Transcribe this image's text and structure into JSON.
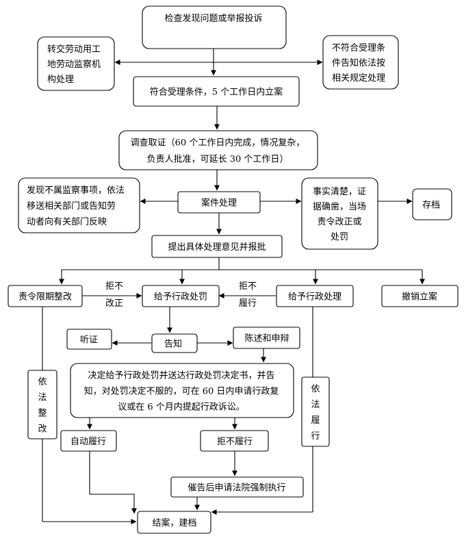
{
  "flowchart": {
    "nodes": {
      "start": [
        "检查发现问题或举报投诉"
      ],
      "transfer": [
        "转交劳动用工",
        "地劳动监察机",
        "构处理"
      ],
      "not_accept": [
        "不符合受理条",
        "件告知依法按",
        "相关规定处理"
      ],
      "accept": [
        "符合受理条件，5 个工作日内立案"
      ],
      "investigate": [
        "调查取证（60 个工作日内完成，情况复杂，",
        "负责人批准，可延长 30 个工作日）"
      ],
      "refer": [
        "发现不属监察事项，依法",
        "移送相关部门或告知劳",
        "动者向有关部门反映"
      ],
      "case": [
        "案件处理"
      ],
      "facts": [
        "事实清楚，证",
        "据确凿，当场",
        "责令改正或",
        "处罚"
      ],
      "archive": [
        "存档"
      ],
      "propose": [
        "提出具体处理意见并报批"
      ],
      "order": [
        "责令限期整改"
      ],
      "penalty": [
        "给予行政处罚"
      ],
      "handle": [
        "给予行政处理"
      ],
      "revoke": [
        "撤销立案"
      ],
      "hearing": [
        "听证"
      ],
      "notify": [
        "告知"
      ],
      "defense": [
        "陈述和申辩"
      ],
      "decision": [
        "决定给予行政处罚并送达行政处罚决定书，并告",
        "知，对处罚决定不服的，可在 60 日内申请行政复",
        "议或在 6 个月内提起行政诉讼。"
      ],
      "self_perform": [
        "自动履行"
      ],
      "refuse": [
        "拒不履行"
      ],
      "court": [
        "催告后申请法院强制执行"
      ],
      "rectify": [
        "依",
        "法",
        "整",
        "改"
      ],
      "perform": [
        "依",
        "法",
        "履",
        "行"
      ],
      "close": [
        "结案，建档"
      ]
    },
    "edge_labels": {
      "refuse_rectify": [
        "拒不",
        "改正"
      ],
      "refuse_perform": [
        "拒不",
        "履行"
      ]
    }
  }
}
